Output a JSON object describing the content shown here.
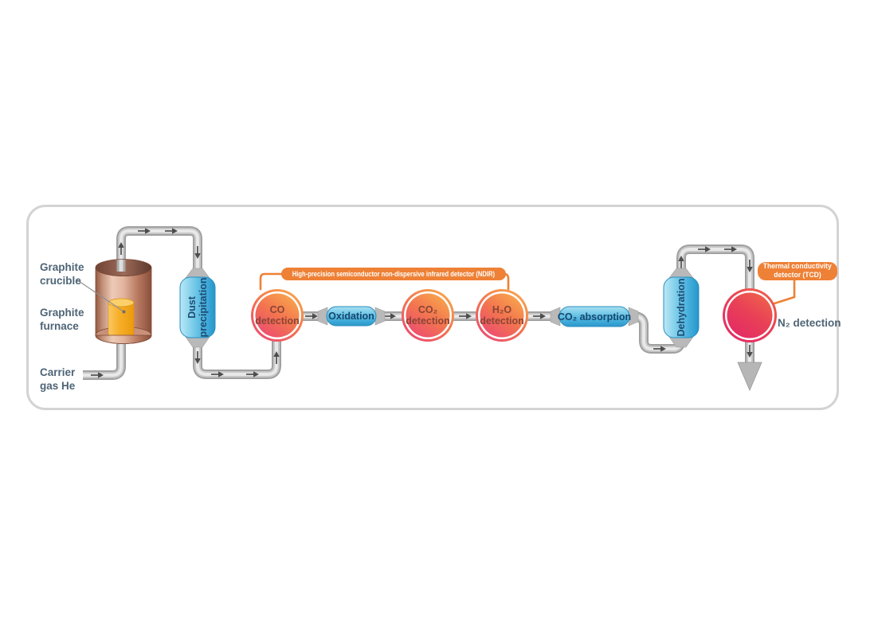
{
  "labels": {
    "graphite_crucible": {
      "lines": [
        "Graphite",
        "crucible"
      ]
    },
    "graphite_furnace": {
      "lines": [
        "Graphite",
        "furnace"
      ]
    },
    "carrier_gas": {
      "lines": [
        "Carrier",
        "gas He"
      ]
    },
    "n2_detection": "N₂ detection"
  },
  "stages": {
    "dust_precipitation": {
      "lines": [
        "Dust",
        "precipitation"
      ]
    },
    "oxidation": {
      "label": "Oxidation"
    },
    "co2_absorption": {
      "label": "CO₂ absorption"
    },
    "dehydration": {
      "label": "Dehydration"
    }
  },
  "detectors": {
    "co": {
      "lines": [
        "CO",
        "detection"
      ]
    },
    "co2": {
      "lines": [
        "CO₂",
        "detection"
      ]
    },
    "h2o": {
      "lines": [
        "H₂O",
        "detection"
      ]
    }
  },
  "callouts": {
    "ndir": {
      "label": "High-precision semiconductor non-dispersive infrared detector (NDIR)"
    },
    "tcd": {
      "lines": [
        "Thermal conductivity",
        "detector (TCD)"
      ]
    }
  },
  "colors": {
    "accent_orange": "#ee8136",
    "column_blue": "#3aa6d6",
    "detector_orange": "#f8a94e",
    "detector_pink": "#ec4a73",
    "n2_red": "#e32a66",
    "pipe_gray": "#c6c6c6",
    "text_slate": "#4e6475",
    "text_navy": "#1d4a74",
    "text_maroon": "#8a4436"
  }
}
